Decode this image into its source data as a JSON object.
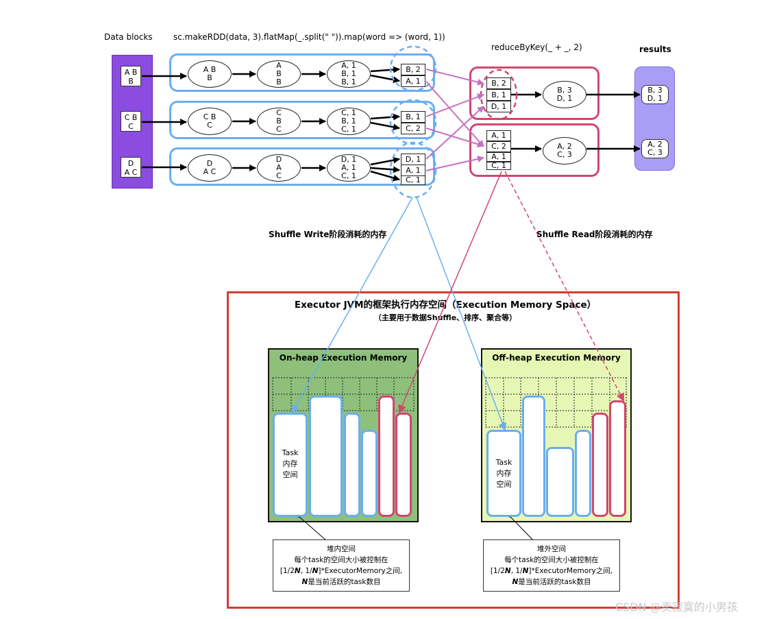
{
  "labels": {
    "data_blocks": "Data blocks",
    "code_top": "sc.makeRDD(data, 3).flatMap(_.split(\" \")).map(word => (word, 1))",
    "reduce": "reduceByKey(_ + _, 2)",
    "results": "results",
    "shuffle_write": "Shuffle Write阶段消耗的内存",
    "shuffle_read": "Shuffle Read阶段消耗的内存",
    "executor_title": "Executor JVM的框架执行内存空间（Execution Memory Space）",
    "executor_subtitle": "（主要用于数据Shuffle、排序、聚合等）",
    "onheap_title": "On-heap Execution Memory",
    "offheap_title": "Off-heap Execution Memory",
    "task_text_1": "Task",
    "task_text_2": "内存",
    "task_text_3": "空间",
    "watermark": "CSDN @卖寂寞的小男孩"
  },
  "data_blocks": [
    {
      "l1": "A B",
      "l2": "B"
    },
    {
      "l1": "C B",
      "l2": "C"
    },
    {
      "l1": "D",
      "l2": "A C"
    }
  ],
  "rows": [
    {
      "e1": [
        "A B",
        "B"
      ],
      "e2": [
        "A",
        "B",
        "B"
      ],
      "e3": [
        "A, 1",
        "B, 1",
        "B, 1"
      ],
      "cells": [
        "B, 2",
        "A, 1"
      ]
    },
    {
      "e1": [
        "C B",
        "C"
      ],
      "e2": [
        "C",
        "B",
        "C"
      ],
      "e3": [
        "C, 1",
        "B, 1",
        "C, 1"
      ],
      "cells": [
        "B, 1",
        "C, 2"
      ]
    },
    {
      "e1": [
        "D",
        "A C"
      ],
      "e2": [
        "D",
        "A",
        "C"
      ],
      "e3": [
        "D, 1",
        "A, 1",
        "C, 1"
      ],
      "cells": [
        "D, 1",
        "A, 1",
        "C, 1"
      ]
    }
  ],
  "reduce_groups": [
    {
      "cells": [
        "B, 2",
        "B, 1",
        "D, 1"
      ],
      "out": [
        "B, 3",
        "D, 1"
      ]
    },
    {
      "cells": [
        "A, 1",
        "C, 2",
        "A, 1",
        "C, 1"
      ],
      "out": [
        "A, 2",
        "C, 3"
      ]
    }
  ],
  "results_items": [
    [
      "B, 3",
      "D, 1"
    ],
    [
      "A, 2",
      "C, 3"
    ]
  ],
  "notes": {
    "onheap": {
      "l1": "堆内空间",
      "l2": "每个task的空间大小被控制在",
      "l3a": "[1/2",
      "l3b": "N",
      "l3c": ", 1/",
      "l3d": "N",
      "l3e": "]*ExecutorMemory之间,",
      "l4a": "N",
      "l4b": "是当前活跃的task数目"
    },
    "offheap": {
      "l1": "堆外空间",
      "l2": "每个task的空间大小被控制在",
      "l3a": "[1/2",
      "l3b": "N",
      "l3c": ", 1/",
      "l3d": "N",
      "l3e": "]*ExecutorMemory之间,",
      "l4a": "N",
      "l4b": "是当前活跃的task数目"
    }
  },
  "colors": {
    "blue": "#6aaef0",
    "red": "#d2456e",
    "purple": "#8b4ce0",
    "results_bg": "#a99df5",
    "onheap_bg": "#8ec07c",
    "offheap_bg": "#e6f7b5",
    "frame_red": "#d43b33",
    "shuffle_arrow": "#c86fc0"
  }
}
